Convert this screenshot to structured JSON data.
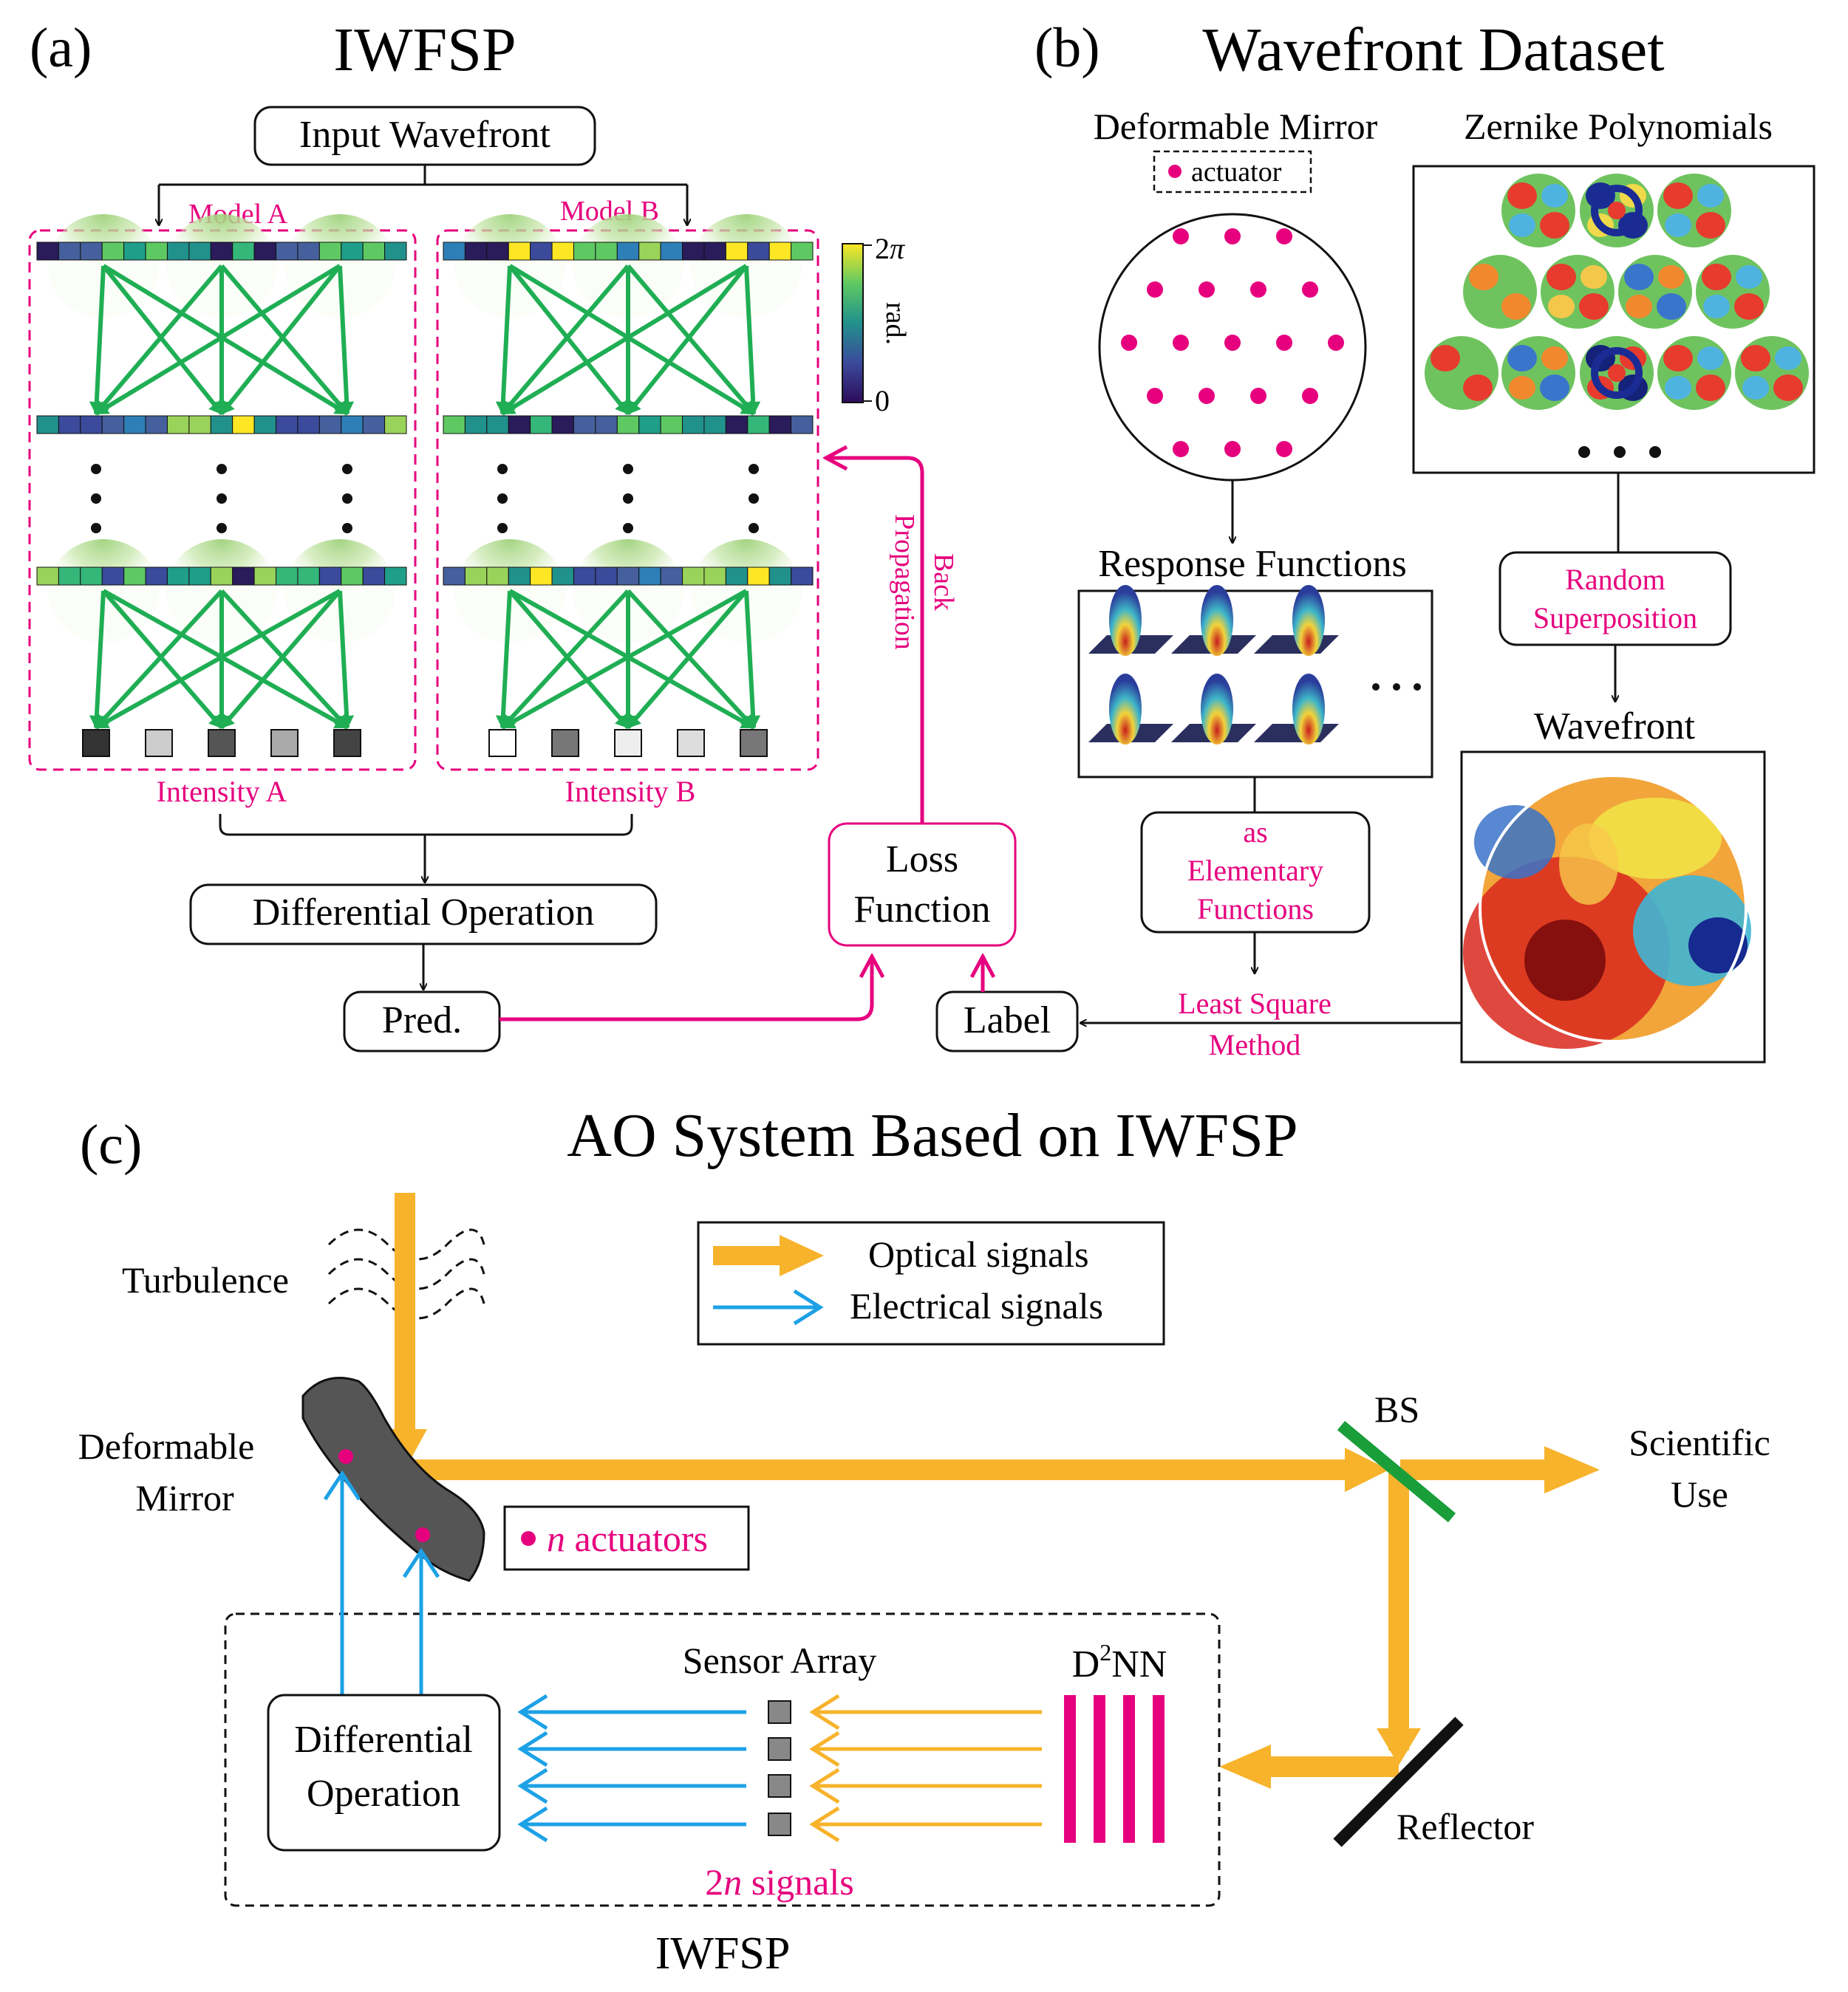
{
  "colors": {
    "accent": "#e6007e",
    "optical": "#f7b32b",
    "electrical": "#1da1e6",
    "phase_arrows": "#1fae54",
    "bs_green": "#1a9e3a",
    "text": "#111111"
  },
  "panel_a": {
    "label": "(a)",
    "title": "IWFSP",
    "input": "Input Wavefront",
    "model_a": "Model A",
    "model_b": "Model B",
    "intensity_a": "Intensity A",
    "intensity_b": "Intensity B",
    "diff_op": "Differential Operation",
    "pred": "Pred.",
    "loss_line1": "Loss",
    "loss_line2": "Function",
    "label_box": "Label",
    "backprop_line1": "Back",
    "backprop_line2": "Propagation",
    "colorbar_max_prefix": "2",
    "colorbar_max_symbol": "π",
    "colorbar_min": "0",
    "colorbar_unit": "rad."
  },
  "panel_b": {
    "label": "(b)",
    "title": "Wavefront Dataset",
    "dm_title": "Deformable Mirror",
    "actuator_legend": "actuator",
    "zernike_title": "Zernike Polynomials",
    "response_title": "Response Functions",
    "as_line1": "as",
    "as_line2": "Elementary",
    "as_line3": "Functions",
    "random_line1": "Random",
    "random_line2": "Superposition",
    "wavefront_title": "Wavefront",
    "lsq_line1": "Least Square",
    "lsq_line2": "Method"
  },
  "panel_c": {
    "label": "(c)",
    "title": "AO System Based on IWFSP",
    "turbulence": "Turbulence",
    "legend_optical": "Optical signals",
    "legend_electrical": "Electrical signals",
    "dm_line1": "Deformable",
    "dm_line2": "Mirror",
    "actuators_n": "n",
    "actuators_rest": " actuators",
    "bs": "BS",
    "sci_line1": "Scientific",
    "sci_line2": "Use",
    "sensor_array": "Sensor Array",
    "d2nn_d": "D",
    "d2nn_sup": "2",
    "d2nn_nn": "NN",
    "diff_line1": "Differential",
    "diff_line2": "Operation",
    "signals_2": "2",
    "signals_n": "n",
    "signals_rest": " signals",
    "reflector": "Reflector",
    "iwfsp": "IWFSP"
  }
}
